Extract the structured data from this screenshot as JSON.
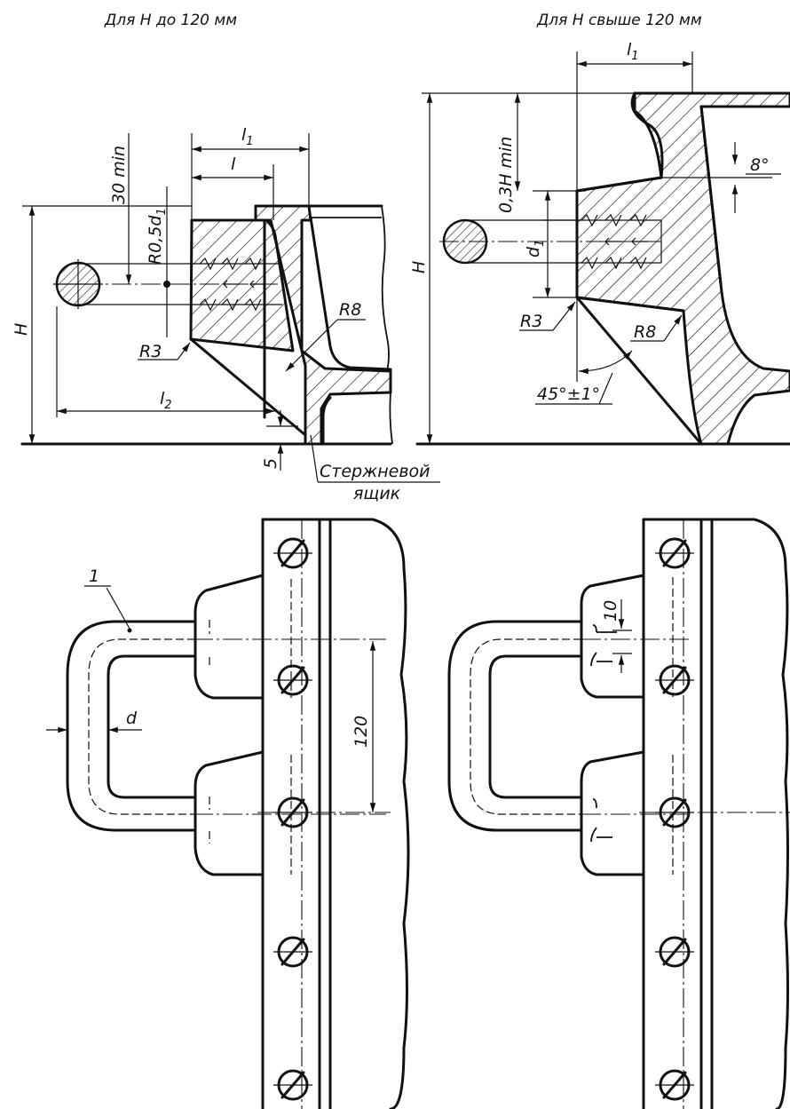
{
  "captions": {
    "left": "Для Н до 120 мм",
    "right": "Для Н свыше 120 мм"
  },
  "left_section": {
    "l1": "l",
    "l1_sub": "1",
    "l": "l",
    "min30": "30 min",
    "r05d1": "R0,5d",
    "r05d1_sub": "1",
    "h": "H",
    "r8": "R8",
    "r3": "R3",
    "l2": "l",
    "l2_sub": "2",
    "five": "5",
    "core_box_line1": "Стержневой",
    "core_box_line2": "ящик"
  },
  "right_section": {
    "l1": "l",
    "l1_sub": "1",
    "h03": "0,3H min",
    "d1": "d",
    "d1_sub": "1",
    "h": "H",
    "angle8": "8°",
    "r3": "R3",
    "r8": "R8",
    "angle45": "45°±1°"
  },
  "bottom_views": {
    "position": "1",
    "d": "d",
    "dim120": "120",
    "dim10": "10"
  }
}
